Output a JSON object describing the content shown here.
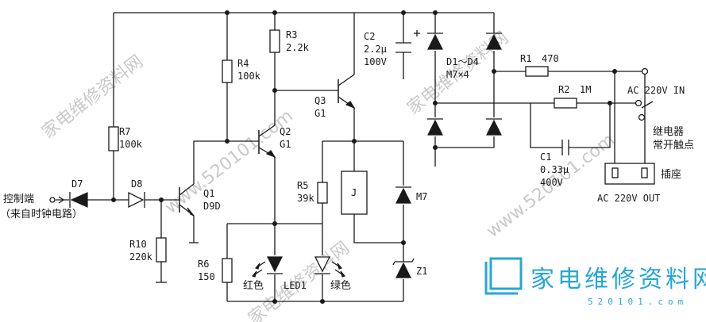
{
  "components": {
    "r1": {
      "ref": "R1",
      "value": "470"
    },
    "r2": {
      "ref": "R2",
      "value": "1M"
    },
    "r3": {
      "ref": "R3",
      "value": "2.2k"
    },
    "r4": {
      "ref": "R4",
      "value": "100k"
    },
    "r5": {
      "ref": "R5",
      "value": "39k"
    },
    "r6": {
      "ref": "R6",
      "value": "150"
    },
    "r7": {
      "ref": "R7",
      "value": "100k"
    },
    "r10": {
      "ref": "R10",
      "value": "220k"
    },
    "c1": {
      "ref": "C1",
      "value": "0.33μ",
      "voltage": "400V"
    },
    "c2": {
      "ref": "C2",
      "value": "2.2μ",
      "voltage": "100V"
    },
    "bridge": {
      "ref": "D1～D4",
      "value": "M7×4"
    },
    "d7": {
      "ref": "D7"
    },
    "d8": {
      "ref": "D8"
    },
    "m7": {
      "ref": "M7"
    },
    "z1": {
      "ref": "Z1"
    },
    "q1": {
      "ref": "Q1",
      "value": "D9D"
    },
    "q2": {
      "ref": "Q2",
      "value": "G1"
    },
    "q3": {
      "ref": "Q3",
      "value": "G1"
    },
    "relay": {
      "ref": "J"
    },
    "led_red": {
      "color_label": "红色"
    },
    "led1": {
      "ref": "LED1"
    },
    "led_green": {
      "color_label": "绿色"
    }
  },
  "terminals": {
    "control_input": {
      "label": "控制端",
      "sublabel": "（来自时钟电路）"
    },
    "ac_in": {
      "label": "AC 220V IN"
    },
    "ac_out": {
      "label": "AC 220V OUT"
    },
    "relay_contact": {
      "line1": "继电器",
      "line2": "常开触点"
    },
    "socket": {
      "label": "插座"
    }
  },
  "watermark": {
    "site_cn": "家电维修资料网",
    "site_url": "www.520101.com",
    "logo_cn": "家电维修资料网",
    "logo_sub": "520101.com"
  },
  "colors": {
    "ink": "#1a1a1a",
    "watermark": "#c9c9c9",
    "logo": "#27a6d8",
    "background": "#ffffff"
  }
}
